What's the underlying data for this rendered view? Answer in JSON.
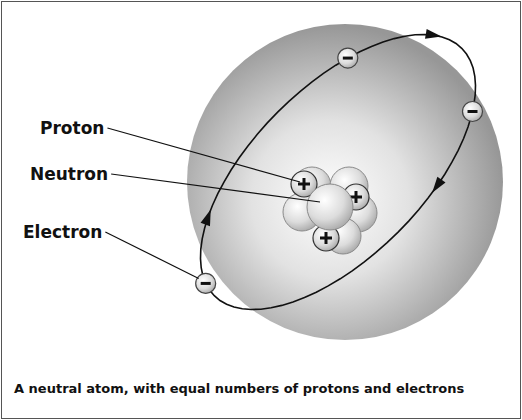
{
  "diagram": {
    "caption": "A neutral atom, with equal numbers of protons and electrons",
    "labels": [
      "Proton",
      "Neutron",
      "Electron"
    ]
  }
}
